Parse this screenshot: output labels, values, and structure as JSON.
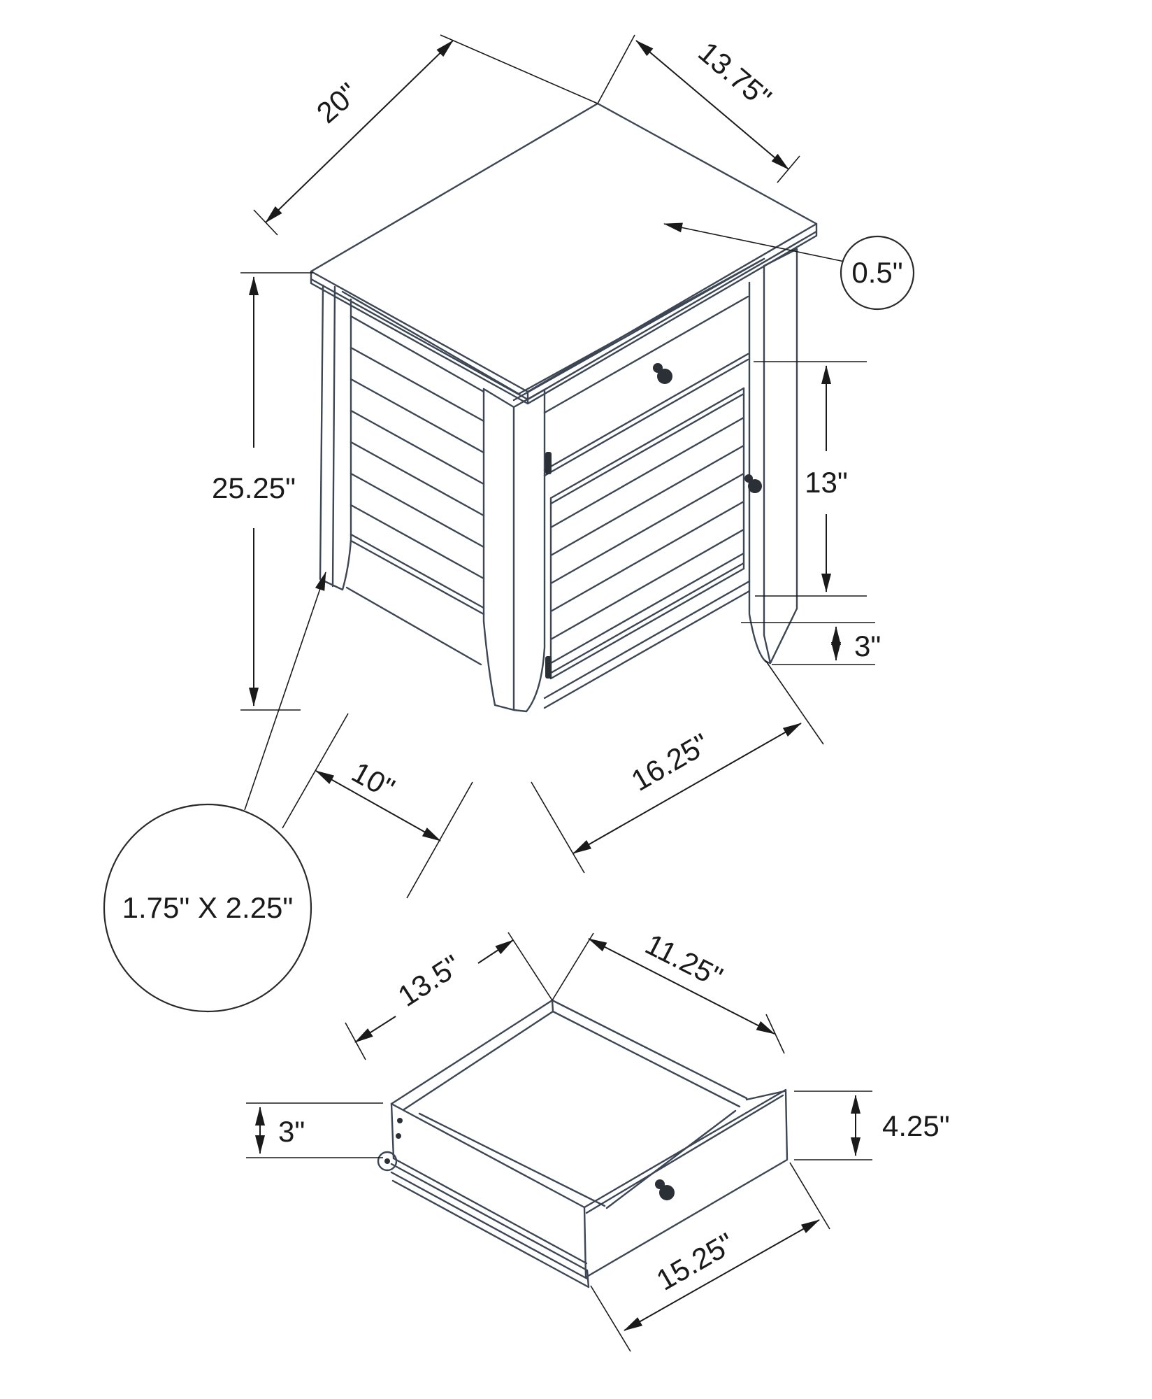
{
  "diagram": {
    "type": "furniture technical dimension drawing",
    "background_color": "#ffffff",
    "furniture_line_color": "#3c4654",
    "dimension_line_color": "#1a1a1a",
    "main_view": {
      "description": "isometric accent table with louvered side panel, top drawer and louvered cabinet door",
      "dimensions": {
        "top_depth": "20\"",
        "top_width": "13.75\"",
        "top_thickness": "0.5\"",
        "overall_height": "25.25\"",
        "door_opening_height": "13\"",
        "leg_height": "3\"",
        "front_width": "16.25\"",
        "side_leg_spacing": "10\"",
        "leg_cross_section": "1.75\" X 2.25\""
      }
    },
    "drawer_view": {
      "description": "isometric open drawer box with slide rail and roller wheel",
      "dimensions": {
        "side_depth": "13.5\"",
        "inner_width": "11.25\"",
        "back_height": "3\"",
        "front_height": "4.25\"",
        "front_width": "15.25\""
      }
    }
  }
}
